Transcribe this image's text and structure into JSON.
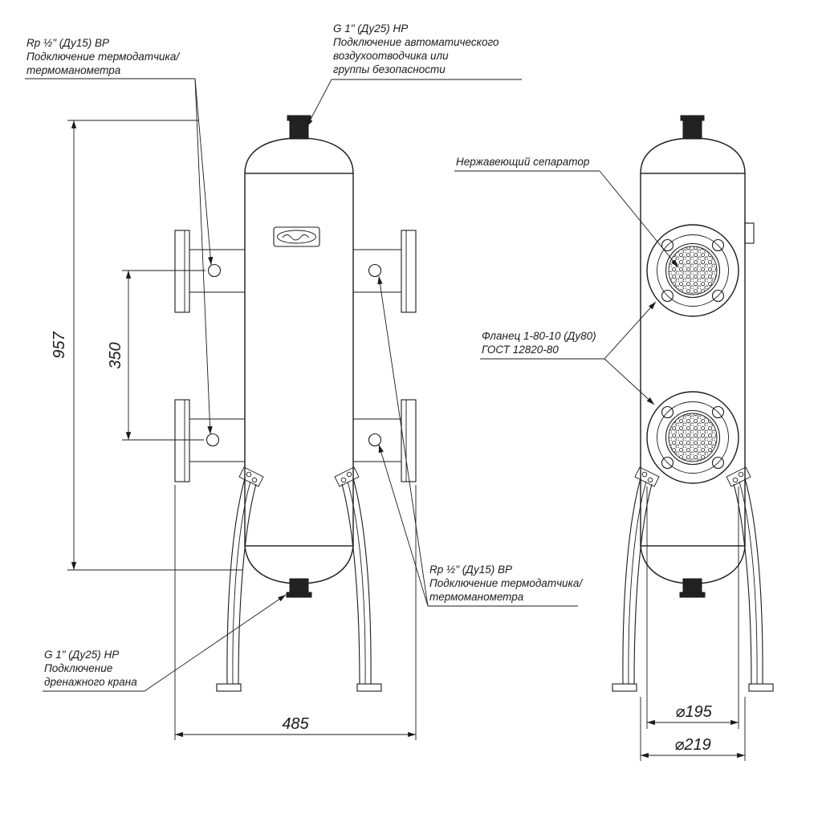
{
  "page": {
    "background": "#ffffff",
    "line_color": "#1b1b1b"
  },
  "annotations": {
    "thermo_top_left": {
      "line1": "Rp ½\" (Ду15) ВР",
      "line2": "Подключение термодатчика/",
      "line3": "термоманометра"
    },
    "air_vent": {
      "line1": "G 1\" (Ду25) НР",
      "line2": "Подключение автоматического",
      "line3": "воздухоотводчика или",
      "line4": "группы безопасности"
    },
    "separator": {
      "line1": "Нержавеющий сепаратор"
    },
    "flange": {
      "line1": "Фланец 1-80-10 (Ду80)",
      "line2": "ГОСТ 12820-80"
    },
    "thermo_bottom_right": {
      "line1": "Rp ½\" (Ду15) ВР",
      "line2": "Подключение термодатчика/",
      "line3": "термоманометра"
    },
    "drain": {
      "line1": "G 1\" (Ду25) НР",
      "line2": "Подключение",
      "line3": "дренажного крана"
    }
  },
  "dimensions": {
    "overall_height": "957",
    "port_spacing": "350",
    "overall_width": "485",
    "flange_diameter": "⌀195",
    "body_diameter": "⌀219"
  }
}
